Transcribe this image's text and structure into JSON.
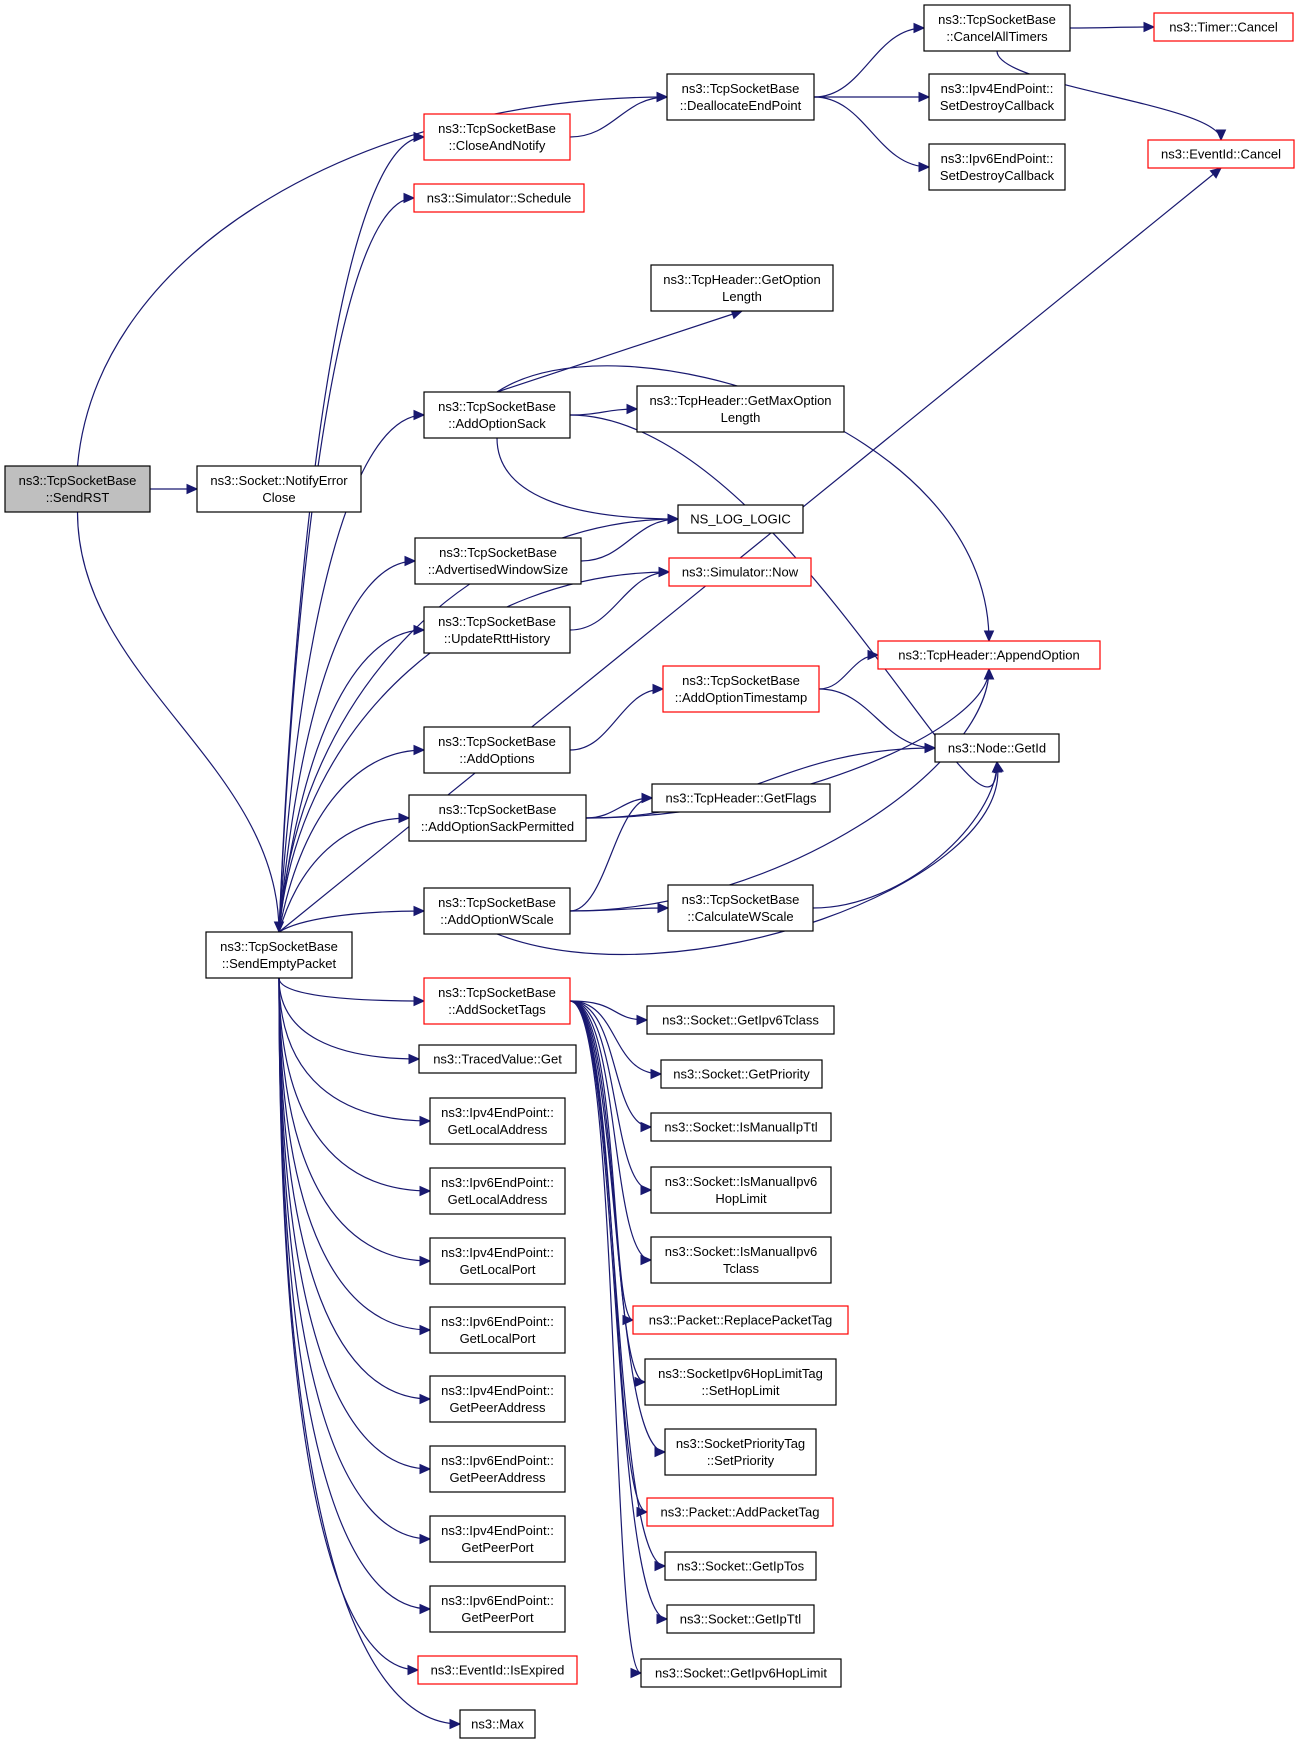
{
  "diagram": {
    "type": "call-graph",
    "colors": {
      "root_fill": "#bfbfbf",
      "node_fill": "#ffffff",
      "node_border": "#000000",
      "truncated_border": "#ff0000",
      "edge": "#191970"
    },
    "nodes": [
      {
        "id": "sendrst",
        "lines": [
          "ns3::TcpSocketBase",
          "::SendRST"
        ],
        "style": "root"
      },
      {
        "id": "notifyerrorclose",
        "lines": [
          "ns3::Socket::NotifyError",
          "Close"
        ],
        "style": "normal"
      },
      {
        "id": "sendemptypacket",
        "lines": [
          "ns3::TcpSocketBase",
          "::SendEmptyPacket"
        ],
        "style": "normal"
      },
      {
        "id": "deallocateendpoint",
        "lines": [
          "ns3::TcpSocketBase",
          "::DeallocateEndPoint"
        ],
        "style": "normal"
      },
      {
        "id": "closeandnotify",
        "lines": [
          "ns3::TcpSocketBase",
          "::CloseAndNotify"
        ],
        "style": "truncated"
      },
      {
        "id": "simschedule",
        "lines": [
          "ns3::Simulator::Schedule"
        ],
        "style": "truncated"
      },
      {
        "id": "cancelalltimers",
        "lines": [
          "ns3::TcpSocketBase",
          "::CancelAllTimers"
        ],
        "style": "normal"
      },
      {
        "id": "ipv4setdestroy",
        "lines": [
          "ns3::Ipv4EndPoint::",
          "SetDestroyCallback"
        ],
        "style": "normal"
      },
      {
        "id": "ipv6setdestroy",
        "lines": [
          "ns3::Ipv6EndPoint::",
          "SetDestroyCallback"
        ],
        "style": "normal"
      },
      {
        "id": "timercancel",
        "lines": [
          "ns3::Timer::Cancel"
        ],
        "style": "truncated"
      },
      {
        "id": "eventidcancel",
        "lines": [
          "ns3::EventId::Cancel"
        ],
        "style": "truncated"
      },
      {
        "id": "getoptionlength",
        "lines": [
          "ns3::TcpHeader::GetOption",
          "Length"
        ],
        "style": "normal"
      },
      {
        "id": "addoptionsack",
        "lines": [
          "ns3::TcpSocketBase",
          "::AddOptionSack"
        ],
        "style": "normal"
      },
      {
        "id": "getmaxoptionlength",
        "lines": [
          "ns3::TcpHeader::GetMaxOption",
          "Length"
        ],
        "style": "normal"
      },
      {
        "id": "nsloglogic",
        "lines": [
          "NS_LOG_LOGIC"
        ],
        "style": "normal"
      },
      {
        "id": "advwindowsize",
        "lines": [
          "ns3::TcpSocketBase",
          "::AdvertisedWindowSize"
        ],
        "style": "normal"
      },
      {
        "id": "simnow",
        "lines": [
          "ns3::Simulator::Now"
        ],
        "style": "truncated"
      },
      {
        "id": "updaterttHistory",
        "lines": [
          "ns3::TcpSocketBase",
          "::UpdateRttHistory"
        ],
        "style": "normal"
      },
      {
        "id": "appendoption",
        "lines": [
          "ns3::TcpHeader::AppendOption"
        ],
        "style": "truncated"
      },
      {
        "id": "addoptiontimestamp",
        "lines": [
          "ns3::TcpSocketBase",
          "::AddOptionTimestamp"
        ],
        "style": "truncated"
      },
      {
        "id": "addoptions",
        "lines": [
          "ns3::TcpSocketBase",
          "::AddOptions"
        ],
        "style": "normal"
      },
      {
        "id": "nodegetid",
        "lines": [
          "ns3::Node::GetId"
        ],
        "style": "normal"
      },
      {
        "id": "addoptionsackpermitted",
        "lines": [
          "ns3::TcpSocketBase",
          "::AddOptionSackPermitted"
        ],
        "style": "normal"
      },
      {
        "id": "getflags",
        "lines": [
          "ns3::TcpHeader::GetFlags"
        ],
        "style": "normal"
      },
      {
        "id": "addoptionwscale",
        "lines": [
          "ns3::TcpSocketBase",
          "::AddOptionWScale"
        ],
        "style": "normal"
      },
      {
        "id": "calculatewscale",
        "lines": [
          "ns3::TcpSocketBase",
          "::CalculateWScale"
        ],
        "style": "normal"
      },
      {
        "id": "addsockettags",
        "lines": [
          "ns3::TcpSocketBase",
          "::AddSocketTags"
        ],
        "style": "truncated"
      },
      {
        "id": "getipv6tclass",
        "lines": [
          "ns3::Socket::GetIpv6Tclass"
        ],
        "style": "normal"
      },
      {
        "id": "getpriority",
        "lines": [
          "ns3::Socket::GetPriority"
        ],
        "style": "normal"
      },
      {
        "id": "tracedvalueget",
        "lines": [
          "ns3::TracedValue::Get"
        ],
        "style": "normal"
      },
      {
        "id": "ismanualipttl",
        "lines": [
          "ns3::Socket::IsManualIpTtl"
        ],
        "style": "normal"
      },
      {
        "id": "ipv4getlocaladdr",
        "lines": [
          "ns3::Ipv4EndPoint::",
          "GetLocalAddress"
        ],
        "style": "normal"
      },
      {
        "id": "ismanualipv6hoplimit",
        "lines": [
          "ns3::Socket::IsManualIpv6",
          "HopLimit"
        ],
        "style": "normal"
      },
      {
        "id": "ipv6getlocaladdr",
        "lines": [
          "ns3::Ipv6EndPoint::",
          "GetLocalAddress"
        ],
        "style": "normal"
      },
      {
        "id": "ismanualipv6tclass",
        "lines": [
          "ns3::Socket::IsManualIpv6",
          "Tclass"
        ],
        "style": "normal"
      },
      {
        "id": "ipv4getlocalport",
        "lines": [
          "ns3::Ipv4EndPoint::",
          "GetLocalPort"
        ],
        "style": "normal"
      },
      {
        "id": "replacepackettag",
        "lines": [
          "ns3::Packet::ReplacePacketTag"
        ],
        "style": "truncated"
      },
      {
        "id": "ipv6getlocalport",
        "lines": [
          "ns3::Ipv6EndPoint::",
          "GetLocalPort"
        ],
        "style": "normal"
      },
      {
        "id": "sethoplimit",
        "lines": [
          "ns3::SocketIpv6HopLimitTag",
          "::SetHopLimit"
        ],
        "style": "normal"
      },
      {
        "id": "ipv4getpeeraddr",
        "lines": [
          "ns3::Ipv4EndPoint::",
          "GetPeerAddress"
        ],
        "style": "normal"
      },
      {
        "id": "setpriority",
        "lines": [
          "ns3::SocketPriorityTag",
          "::SetPriority"
        ],
        "style": "normal"
      },
      {
        "id": "ipv6getpeeraddr",
        "lines": [
          "ns3::Ipv6EndPoint::",
          "GetPeerAddress"
        ],
        "style": "normal"
      },
      {
        "id": "addpackettag",
        "lines": [
          "ns3::Packet::AddPacketTag"
        ],
        "style": "truncated"
      },
      {
        "id": "ipv4getpeerport",
        "lines": [
          "ns3::Ipv4EndPoint::",
          "GetPeerPort"
        ],
        "style": "normal"
      },
      {
        "id": "getiptos",
        "lines": [
          "ns3::Socket::GetIpTos"
        ],
        "style": "normal"
      },
      {
        "id": "ipv6getpeerport",
        "lines": [
          "ns3::Ipv6EndPoint::",
          "GetPeerPort"
        ],
        "style": "normal"
      },
      {
        "id": "getipttl",
        "lines": [
          "ns3::Socket::GetIpTtl"
        ],
        "style": "normal"
      },
      {
        "id": "eventidisexpired",
        "lines": [
          "ns3::EventId::IsExpired"
        ],
        "style": "truncated"
      },
      {
        "id": "getipv6hoplimit",
        "lines": [
          "ns3::Socket::GetIpv6HopLimit"
        ],
        "style": "normal"
      },
      {
        "id": "ns3max",
        "lines": [
          "ns3::Max"
        ],
        "style": "normal"
      }
    ],
    "edges": [
      [
        "sendrst",
        "deallocateendpoint"
      ],
      [
        "sendrst",
        "notifyerrorclose"
      ],
      [
        "sendrst",
        "sendemptypacket"
      ],
      [
        "closeandnotify",
        "deallocateendpoint"
      ],
      [
        "deallocateendpoint",
        "cancelalltimers"
      ],
      [
        "deallocateendpoint",
        "ipv4setdestroy"
      ],
      [
        "deallocateendpoint",
        "ipv6setdestroy"
      ],
      [
        "cancelalltimers",
        "timercancel"
      ],
      [
        "cancelalltimers",
        "eventidcancel"
      ],
      [
        "sendemptypacket",
        "closeandnotify"
      ],
      [
        "sendemptypacket",
        "simschedule"
      ],
      [
        "sendemptypacket",
        "eventidcancel"
      ],
      [
        "sendemptypacket",
        "addoptionsack"
      ],
      [
        "sendemptypacket",
        "nsloglogic"
      ],
      [
        "sendemptypacket",
        "advwindowsize"
      ],
      [
        "sendemptypacket",
        "simnow"
      ],
      [
        "sendemptypacket",
        "updaterttHistory"
      ],
      [
        "sendemptypacket",
        "addoptions"
      ],
      [
        "sendemptypacket",
        "addoptionsackpermitted"
      ],
      [
        "sendemptypacket",
        "addoptionwscale"
      ],
      [
        "sendemptypacket",
        "addsockettags"
      ],
      [
        "sendemptypacket",
        "tracedvalueget"
      ],
      [
        "sendemptypacket",
        "ipv4getlocaladdr"
      ],
      [
        "sendemptypacket",
        "ipv6getlocaladdr"
      ],
      [
        "sendemptypacket",
        "ipv4getlocalport"
      ],
      [
        "sendemptypacket",
        "ipv6getlocalport"
      ],
      [
        "sendemptypacket",
        "ipv4getpeeraddr"
      ],
      [
        "sendemptypacket",
        "ipv6getpeeraddr"
      ],
      [
        "sendemptypacket",
        "ipv4getpeerport"
      ],
      [
        "sendemptypacket",
        "ipv6getpeerport"
      ],
      [
        "sendemptypacket",
        "eventidisexpired"
      ],
      [
        "sendemptypacket",
        "ns3max"
      ],
      [
        "addoptionsack",
        "getoptionlength"
      ],
      [
        "addoptionsack",
        "getmaxoptionlength"
      ],
      [
        "addoptionsack",
        "nsloglogic"
      ],
      [
        "addoptionsack",
        "appendoption"
      ],
      [
        "addoptionsack",
        "nodegetid"
      ],
      [
        "advwindowsize",
        "nsloglogic"
      ],
      [
        "updaterttHistory",
        "simnow"
      ],
      [
        "addoptions",
        "addoptiontimestamp"
      ],
      [
        "addoptiontimestamp",
        "appendoption"
      ],
      [
        "addoptiontimestamp",
        "nodegetid"
      ],
      [
        "addoptionsackpermitted",
        "appendoption"
      ],
      [
        "addoptionsackpermitted",
        "getflags"
      ],
      [
        "addoptionsackpermitted",
        "nodegetid"
      ],
      [
        "addoptionwscale",
        "getflags"
      ],
      [
        "addoptionwscale",
        "appendoption"
      ],
      [
        "addoptionwscale",
        "calculatewscale"
      ],
      [
        "addoptionwscale",
        "nodegetid"
      ],
      [
        "calculatewscale",
        "nodegetid"
      ],
      [
        "addsockettags",
        "getipv6tclass"
      ],
      [
        "addsockettags",
        "getpriority"
      ],
      [
        "addsockettags",
        "ismanualipttl"
      ],
      [
        "addsockettags",
        "ismanualipv6hoplimit"
      ],
      [
        "addsockettags",
        "ismanualipv6tclass"
      ],
      [
        "addsockettags",
        "replacepackettag"
      ],
      [
        "addsockettags",
        "sethoplimit"
      ],
      [
        "addsockettags",
        "setpriority"
      ],
      [
        "addsockettags",
        "addpackettag"
      ],
      [
        "addsockettags",
        "getiptos"
      ],
      [
        "addsockettags",
        "getipttl"
      ],
      [
        "addsockettags",
        "getipv6hoplimit"
      ]
    ]
  }
}
